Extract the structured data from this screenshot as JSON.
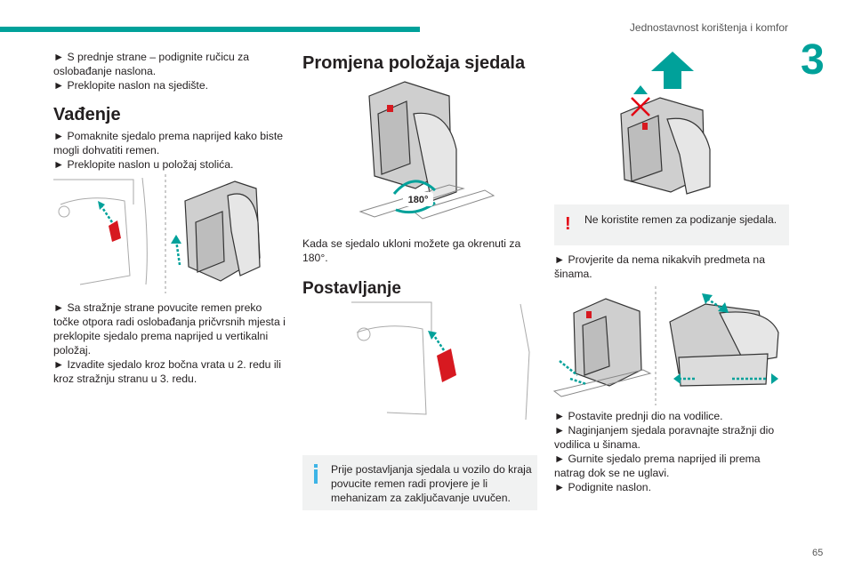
{
  "header": {
    "title": "Jednostavnost korištenja i komfor",
    "chapter": "3"
  },
  "col1": {
    "intro": [
      "► S prednje strane – podignite ručicu za oslobađanje naslona.",
      "► Preklopite naslon na sjedište."
    ],
    "heading": "Vađenje",
    "steps": [
      "► Pomaknite sjedalo prema naprijed kako biste mogli dohvatiti remen.",
      "► Preklopite naslon u položaj stolića."
    ],
    "steps2": [
      "► Sa stražnje strane povucite remen preko točke otpora radi oslobađanja pričvrsnih mjesta i preklopite sjedalo prema naprijed u vertikalni položaj.",
      "► Izvadite sjedalo kroz bočna vrata u 2. redu ili kroz stražnju stranu u 3. redu."
    ]
  },
  "col2": {
    "heading": "Promjena položaja sjedala",
    "rotation_label": "180°",
    "text": "Kada se sjedalo ukloni možete ga okrenuti za 180°.",
    "heading2": "Postavljanje",
    "info_note": "Prije postavljanja sjedala u vozilo do kraja povucite remen radi provjere je li mehanizam za zaključavanje uvučen."
  },
  "col3": {
    "warning_note": "Ne koristite remen za podizanje sjedala.",
    "step1": "► Provjerite da nema nikakvih predmeta na šinama.",
    "steps": [
      "► Postavite prednji dio na vodilice.",
      "► Naginjanjem sjedala poravnajte stražnji dio vodilica u šinama.",
      "► Gurnite sjedalo prema naprijed ili prema natrag dok se ne uglavi.",
      "► Podignite naslon."
    ]
  },
  "footer": {
    "page": "65"
  },
  "colors": {
    "accent": "#00a19a",
    "info": "#3db4e6",
    "warning": "#e30613",
    "note_bg": "#f1f2f2"
  }
}
